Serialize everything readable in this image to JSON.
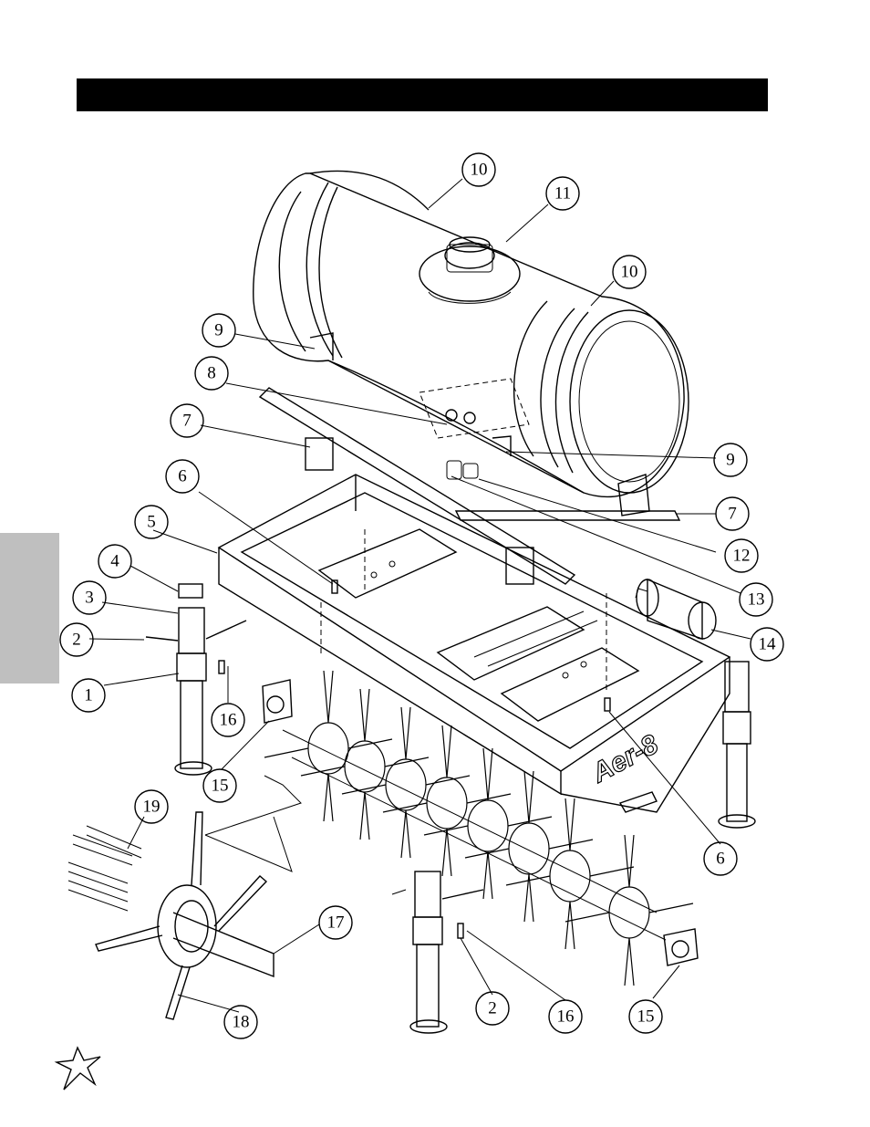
{
  "header": {
    "title": ""
  },
  "drawing": {
    "stencil_text": "Aer-8"
  },
  "callouts": [
    "1",
    "2",
    "3",
    "4",
    "5",
    "6",
    "7",
    "8",
    "9",
    "10",
    "11",
    "12",
    "13",
    "14",
    "15",
    "16",
    "17",
    "18",
    "19"
  ],
  "colors": {
    "header": "#000000",
    "tab": "#bfbfbf",
    "line": "#000000"
  }
}
